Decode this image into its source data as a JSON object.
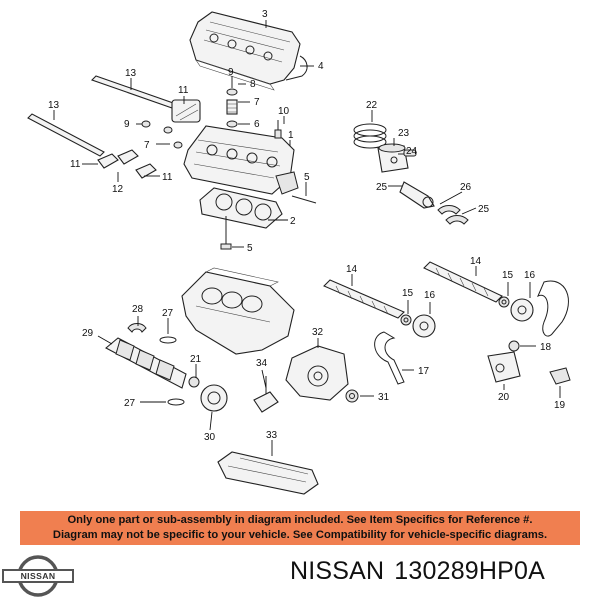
{
  "diagram": {
    "callouts": [
      {
        "id": "c3",
        "text": "3"
      },
      {
        "id": "c4",
        "text": "4"
      },
      {
        "id": "c13a",
        "text": "13"
      },
      {
        "id": "c11a",
        "text": "11"
      },
      {
        "id": "c9a",
        "text": "9"
      },
      {
        "id": "c8",
        "text": "8"
      },
      {
        "id": "c7a",
        "text": "7"
      },
      {
        "id": "c6",
        "text": "6"
      },
      {
        "id": "c10",
        "text": "10"
      },
      {
        "id": "c1",
        "text": "1"
      },
      {
        "id": "c13b",
        "text": "13"
      },
      {
        "id": "c9b",
        "text": "9"
      },
      {
        "id": "c7b",
        "text": "7"
      },
      {
        "id": "c11b",
        "text": "11"
      },
      {
        "id": "c12",
        "text": "12"
      },
      {
        "id": "c11c",
        "text": "11"
      },
      {
        "id": "c5a",
        "text": "5"
      },
      {
        "id": "c2",
        "text": "2"
      },
      {
        "id": "c5b",
        "text": "5"
      },
      {
        "id": "c22",
        "text": "22"
      },
      {
        "id": "c23",
        "text": "23"
      },
      {
        "id": "c24",
        "text": "24"
      },
      {
        "id": "c25a",
        "text": "25"
      },
      {
        "id": "c26",
        "text": "26"
      },
      {
        "id": "c25b",
        "text": "25"
      },
      {
        "id": "c14a",
        "text": "14"
      },
      {
        "id": "c14b",
        "text": "14"
      },
      {
        "id": "c15a",
        "text": "15"
      },
      {
        "id": "c16a",
        "text": "16"
      },
      {
        "id": "c15b",
        "text": "15"
      },
      {
        "id": "c16b",
        "text": "16"
      },
      {
        "id": "c28",
        "text": "28"
      },
      {
        "id": "c27a",
        "text": "27"
      },
      {
        "id": "c29",
        "text": "29"
      },
      {
        "id": "c21",
        "text": "21"
      },
      {
        "id": "c27b",
        "text": "27"
      },
      {
        "id": "c30",
        "text": "30"
      },
      {
        "id": "c34",
        "text": "34"
      },
      {
        "id": "c32",
        "text": "32"
      },
      {
        "id": "c31",
        "text": "31"
      },
      {
        "id": "c17",
        "text": "17"
      },
      {
        "id": "c18",
        "text": "18"
      },
      {
        "id": "c20",
        "text": "20"
      },
      {
        "id": "c19",
        "text": "19"
      },
      {
        "id": "c33",
        "text": "33"
      }
    ]
  },
  "notice": {
    "line1": "Only one part or sub-assembly in diagram included. See Item Specifics for Reference #.",
    "line2": "Diagram may not be specific to your vehicle. See Compatibility for vehicle-specific diagrams."
  },
  "brand": {
    "logo_text": "NISSAN",
    "name": "NISSAN",
    "part_number": "130289HP0A"
  },
  "colors": {
    "notice_bg": "#f07f50",
    "ink": "#111111"
  }
}
